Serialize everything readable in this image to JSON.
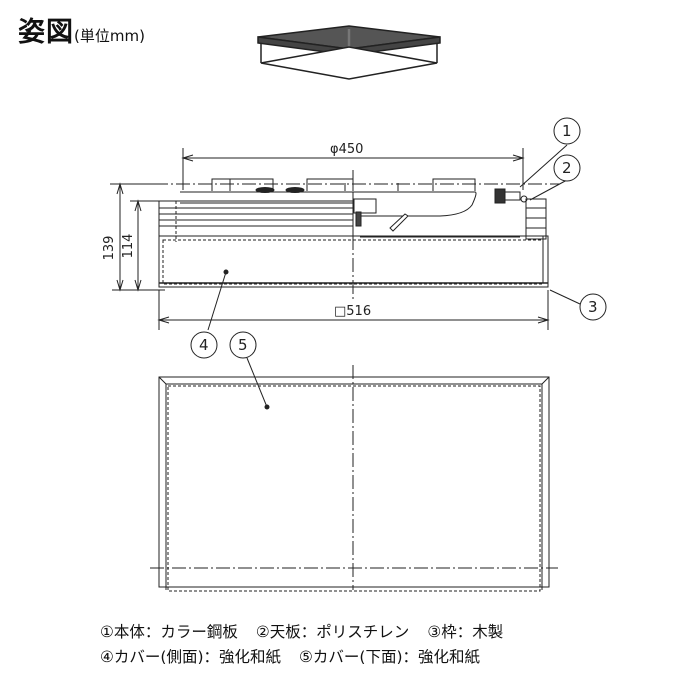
{
  "header": {
    "title": "姿図",
    "unit_label": "(単位mm)"
  },
  "dimensions": {
    "diameter": "φ450",
    "width": "□516",
    "height_total": "139",
    "height_cover": "114"
  },
  "callouts": [
    "1",
    "2",
    "3",
    "4",
    "5"
  ],
  "legend": {
    "row1": [
      "①本体：カラー鋼板",
      "②天板：ポリスチレン",
      "③枠：木製"
    ],
    "row2": [
      "④カバー(側面)：強化和紙",
      "⑤カバー(下面)：強化和紙"
    ]
  }
}
